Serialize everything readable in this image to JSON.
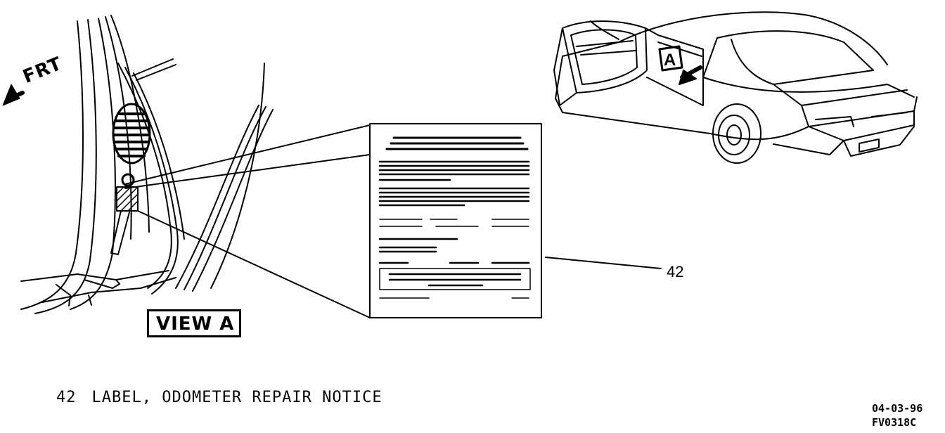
{
  "direction_label": "FRT",
  "view_label": "VIEW A",
  "detail_tag": "A",
  "callout_number": "42",
  "legend": [
    {
      "number": "42",
      "text": "LABEL, ODOMETER REPAIR NOTICE"
    }
  ],
  "drawing_date": "04-03-96",
  "drawing_code": "FV0318C"
}
